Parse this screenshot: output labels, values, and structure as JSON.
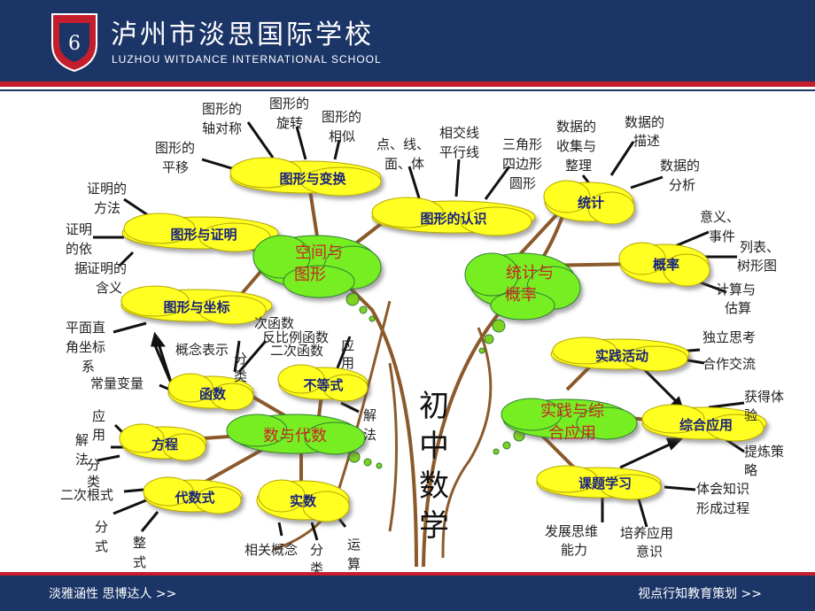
{
  "header": {
    "school_cn": "泸州市淡思国际学校",
    "school_en": "LUZHOU WITDANCE INTERNATIONAL SCHOOL"
  },
  "footer": {
    "left": "淡雅涵性 思博达人 >>",
    "right": "视点行知教育策划 >>"
  },
  "center": [
    "初",
    "中",
    "数",
    "学"
  ],
  "branches": {
    "space": [
      "空间与",
      "图形"
    ],
    "algebra": "数与代数",
    "stat": [
      "统计与",
      "概率"
    ],
    "practice": [
      "实践与综",
      "合应用"
    ]
  },
  "clouds": {
    "transform": "图形与变换",
    "recognize": "图形的认识",
    "proof": "图形与证明",
    "coord": "图形与坐标",
    "function": "函数",
    "inequality": "不等式",
    "equation": "方程",
    "expr": "代数式",
    "real": "实数",
    "stats": "统计",
    "prob": "概率",
    "activity": "实践活动",
    "apply": "综合应用",
    "project": "课题学习"
  },
  "leaves": {
    "pingyi": [
      "图形的",
      "平移"
    ],
    "duichen": [
      "图形的",
      "轴对称"
    ],
    "xuanzhuan": [
      "图形的",
      "旋转"
    ],
    "xiangsi": [
      "图形的",
      "相似"
    ],
    "dianxian": [
      "点、线、",
      "面、体"
    ],
    "xiangjiao": [
      "相交线",
      "平行线"
    ],
    "sanjiao": [
      "三角形",
      "四边形",
      "圆形"
    ],
    "zm_fangfa": [
      "证明的",
      "方法"
    ],
    "zm_yiju": [
      "证明",
      "的依",
      "据"
    ],
    "zm_hanyi": [
      "证明的",
      "含义"
    ],
    "pingmian": [
      "平面直",
      "角坐标",
      "系"
    ],
    "changliang": "常量变量",
    "gainian": "概念表示",
    "fenlei1": [
      "分",
      "类"
    ],
    "cishu": [
      "次函数",
      "反比例函数",
      "二次函数"
    ],
    "yingyong1": [
      "应",
      "用"
    ],
    "jiefa1": [
      "解",
      "法"
    ],
    "yingyong2": [
      "应",
      "用"
    ],
    "jiefa2": [
      "解",
      "法"
    ],
    "fenlei2": [
      "分",
      "类"
    ],
    "ercigen": "二次根式",
    "fenshi": [
      "分",
      "式"
    ],
    "zhengshi": [
      "整",
      "式"
    ],
    "xiangguan": "相关概念",
    "fenlei3": [
      "分",
      "类"
    ],
    "yunsuan": [
      "运",
      "算"
    ],
    "shouji": [
      "数据的",
      "收集与",
      "整理"
    ],
    "miaoshu": [
      "数据的",
      "描述"
    ],
    "fenxi": [
      "数据的",
      "分析"
    ],
    "yiyi": [
      "意义、",
      "事件"
    ],
    "liebiao": [
      "列表、",
      "树形图"
    ],
    "jisuan": [
      "计算与",
      "估算"
    ],
    "duli": "独立思考",
    "hezuo": "合作交流",
    "huode": [
      "获得体",
      "验"
    ],
    "tilian": [
      "提炼策",
      "略"
    ],
    "tihui": [
      "体会知识",
      "形成过程"
    ],
    "fazhan": [
      "发展思维",
      "能力"
    ],
    "peiyang": [
      "培养应用",
      "意识"
    ]
  }
}
